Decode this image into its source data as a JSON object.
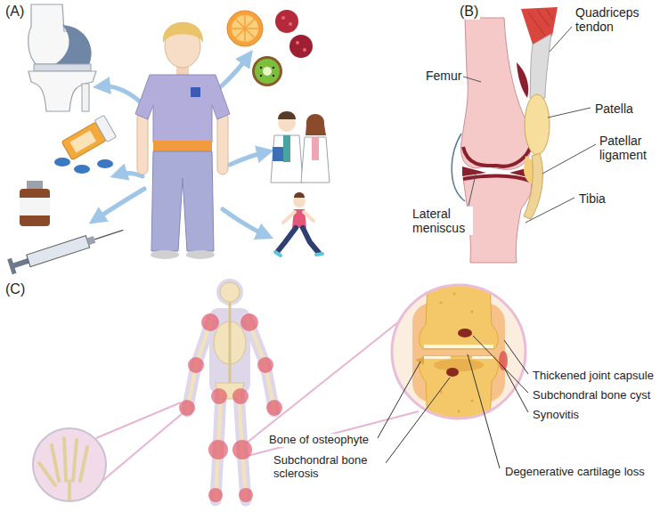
{
  "diagram": {
    "labels": [
      "(A)",
      "(B)",
      "Quadriceps tendon",
      "Femur",
      "Patella",
      "Patellar ligament",
      "Lateral meniscus",
      "Tibia",
      "(C)",
      "Thickened joint capsule",
      "Subchondral bone cyst",
      "Synovitis",
      "Bone of osteophyte",
      "Degenerative cartilage loss",
      "Subchondral bone sclerosis"
    ]
  }
}
